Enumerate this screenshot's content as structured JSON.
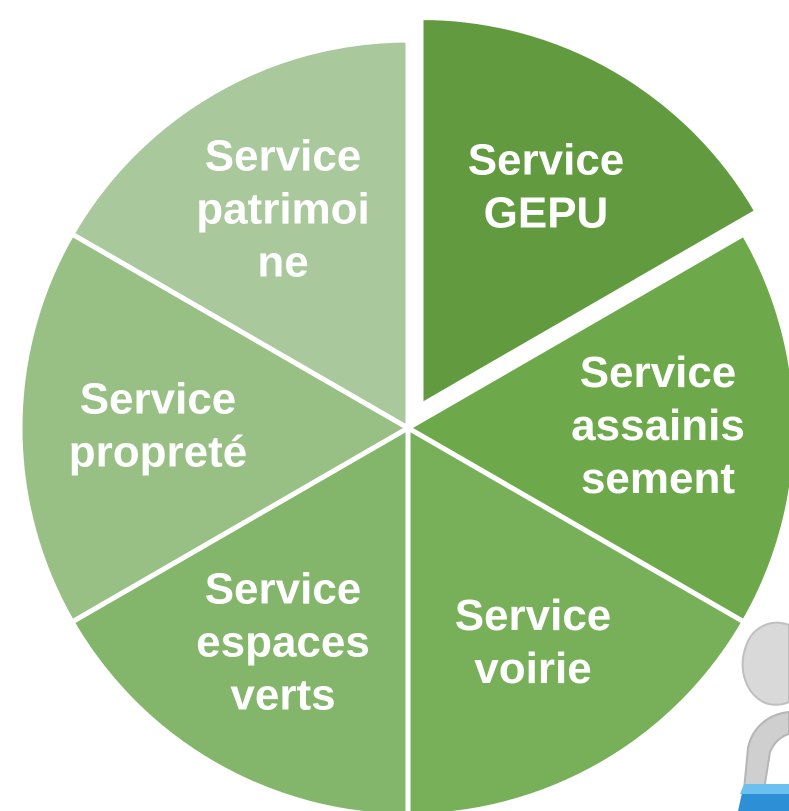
{
  "segments": [
    {
      "lines": [
        "Service",
        "GEPU"
      ],
      "color": "#629b3f",
      "exploded": true
    },
    {
      "lines": [
        "Service",
        "assainis",
        "sement"
      ],
      "color": "#6da94a"
    },
    {
      "lines": [
        "Service",
        "voirie"
      ],
      "color": "#78b05a"
    },
    {
      "lines": [
        "Service",
        "espaces",
        "verts"
      ],
      "color": "#83b56a"
    },
    {
      "lines": [
        "Service",
        "propreté"
      ],
      "color": "#98c084"
    },
    {
      "lines": [
        "Service",
        "patrimoi",
        "ne"
      ],
      "color": "#a9c89c"
    }
  ],
  "figure_icon": "person-pushing-puzzle-piece-icon"
}
